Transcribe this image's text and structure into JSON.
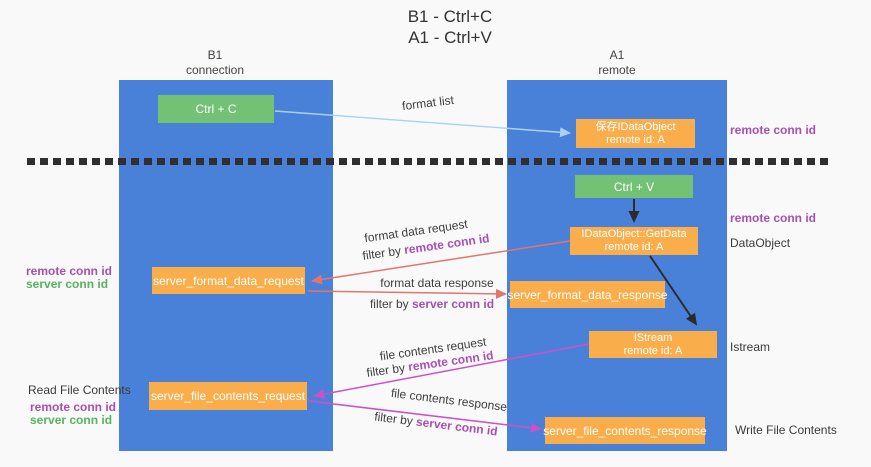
{
  "title": {
    "line1": "B1 - Ctrl+C",
    "line2": "A1 - Ctrl+V"
  },
  "lanes": {
    "b1": {
      "header_line1": "B1",
      "header_line2": "connection"
    },
    "a1": {
      "header_line1": "A1",
      "header_line2": "remote"
    }
  },
  "boxes": {
    "ctrl_c": {
      "label": "Ctrl + C"
    },
    "save_idataobject": {
      "line1": "保存IDataObject",
      "line2": "remote id: A"
    },
    "ctrl_v": {
      "label": "Ctrl + V"
    },
    "getdata": {
      "line1": "IDataObject::GetData",
      "line2": "remote id: A"
    },
    "format_request": {
      "label": "server_format_data_request"
    },
    "format_response": {
      "label": "server_format_data_response"
    },
    "istream": {
      "line1": "IStream",
      "line2": "remote id: A"
    },
    "file_request": {
      "label": "server_file_contents_request"
    },
    "file_response": {
      "label": "server_file_contents_response"
    }
  },
  "edge_labels": {
    "format_list": {
      "text": "format list"
    },
    "format_request": {
      "text": "format data request",
      "filter_prefix": "filter by ",
      "filter_key": "remote conn id"
    },
    "format_response": {
      "text": "format data response",
      "filter_prefix": "filter by ",
      "filter_key": "server conn id"
    },
    "file_request": {
      "text": "file contents request",
      "filter_prefix": "filter by ",
      "filter_key": "remote conn id"
    },
    "file_response": {
      "text": "file contents response",
      "filter_prefix": "filter by ",
      "filter_key": "server conn id"
    }
  },
  "side_labels": {
    "right_top_conn": "remote conn id",
    "right_mid_conn": "remote conn id",
    "right_dataobject": "DataObject",
    "right_istream": "Istream",
    "right_write_file": "Write File Contents",
    "left_conn_remote_1": "remote conn id",
    "left_conn_server_1": "server conn id",
    "left_read_file": "Read File Contents",
    "left_conn_remote_2": "remote conn id",
    "left_conn_server_2": "server conn id"
  },
  "colors": {
    "lane_blue": "#4a81d8",
    "node_green": "#73c175",
    "node_orange": "#f9ae4b",
    "remote_conn_purple": "#a850b0",
    "server_conn_green": "#55b45f",
    "arrow_blue": "#a9d2f2",
    "arrow_salmon": "#e0766f",
    "arrow_magenta": "#ca51ca",
    "arrow_black": "#2b2b2b"
  }
}
